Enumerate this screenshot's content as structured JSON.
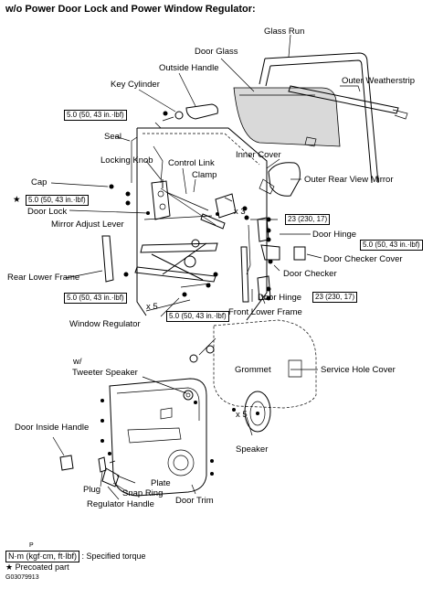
{
  "title": "w/o Power Door Lock and Power Window Regulator:",
  "labels": {
    "glass_run": "Glass Run",
    "door_glass": "Door Glass",
    "outer_weatherstrip": "Outer Weatherstrip",
    "outside_handle": "Outside Handle",
    "key_cylinder": "Key Cylinder",
    "seal": "Seal",
    "locking_knob": "Locking Knob",
    "control_link": "Control Link",
    "inner_cover": "Inner Cover",
    "clamp": "Clamp",
    "outer_rear_view_mirror": "Outer Rear View Mirror",
    "cap": "Cap",
    "door_lock": "Door Lock",
    "mirror_adjust_lever": "Mirror Adjust Lever",
    "door_hinge_top": "Door Hinge",
    "door_checker_cover": "Door Checker Cover",
    "door_checker": "Door Checker",
    "rear_lower_frame": "Rear Lower Frame",
    "door_hinge_bottom": "Door Hinge",
    "front_lower_frame": "Front Lower Frame",
    "window_regulator": "Window Regulator",
    "grommet": "Grommet",
    "service_hole_cover": "Service Hole Cover",
    "tweeter_w": "w/",
    "tweeter_speaker": "Tweeter Speaker",
    "door_inside_handle": "Door Inside Handle",
    "speaker": "Speaker",
    "plate": "Plate",
    "plug": "Plug",
    "snap_ring": "Snap Ring",
    "regulator_handle": "Regulator Handle",
    "door_trim": "Door Trim"
  },
  "torques": {
    "t1": "5.0 (50, 43 in.·lbf)",
    "t2": "5.0 (50, 43 in.·lbf)",
    "t3": "23 (230, 17)",
    "t4": "5.0 (50, 43 in.·lbf)",
    "t5": "5.0 (50, 43 in.·lbf)",
    "t6": "23 (230, 17)",
    "t7": "5.0 (50, 43 in.·lbf)"
  },
  "multipliers": {
    "x3": "x 3",
    "x5a": "x 5",
    "x5b": "x 5"
  },
  "star": "★",
  "legend": {
    "p_mark": "P",
    "unit": "N·m (kgf·cm, ft·lbf)",
    "unit_desc": ": Specified torque",
    "star": "★",
    "precoated": "Precoated part"
  },
  "figure_code": "G03079913"
}
